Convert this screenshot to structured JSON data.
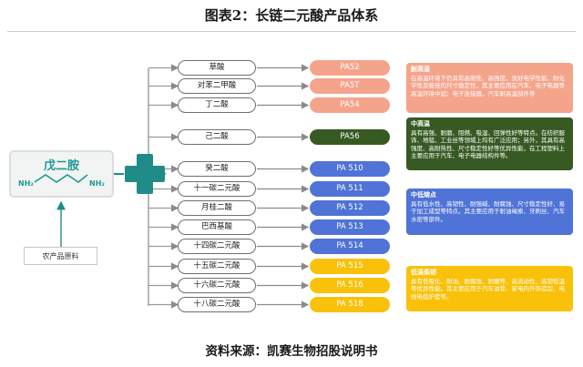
{
  "title": "图表2：长链二元酸产品体系",
  "source": "资料来源：凯赛生物招股说明书",
  "compound": {
    "name": "戊二胺",
    "nh2_left": "NH₂",
    "nh2_right": "NH₂"
  },
  "raw_material": "农产品原料",
  "colors": {
    "teal": "#1f8c87",
    "g1": "#f5a48c",
    "g2": "#375a23",
    "g3": "#4f73d6",
    "g4": "#f9c10a"
  },
  "rows": [
    {
      "acid": "草酸",
      "pa": "PA52",
      "group": "g1"
    },
    {
      "acid": "对苯二甲酸",
      "pa": "PA5T",
      "group": "g1"
    },
    {
      "acid": "丁二酸",
      "pa": "PA54",
      "group": "g1"
    },
    {
      "acid": "己二酸",
      "pa": "PA56",
      "group": "g2"
    },
    {
      "acid": "癸二酸",
      "pa": "PA 510",
      "group": "g3"
    },
    {
      "acid": "十一碳二元酸",
      "pa": "PA 511",
      "group": "g3"
    },
    {
      "acid": "月桂二酸",
      "pa": "PA 512",
      "group": "g3"
    },
    {
      "acid": "巴西基酸",
      "pa": "PA 513",
      "group": "g3"
    },
    {
      "acid": "十四碳二元酸",
      "pa": "PA 514",
      "group": "g3"
    },
    {
      "acid": "十五碳二元酸",
      "pa": "PA 515",
      "group": "g4"
    },
    {
      "acid": "十六碳二元酸",
      "pa": "PA 516",
      "group": "g4"
    },
    {
      "acid": "十八碳二元酸",
      "pa": "PA 518",
      "group": "g4"
    }
  ],
  "descriptions": {
    "g1": {
      "heading": "耐高温",
      "body": "在高温环境下仍具有高刚性、高强度、良好电学性能、耐化学性及极佳的尺寸稳定性，其主要应用在汽车、电子电器等高温环境中如：电子连接器、汽车耐高温部件等"
    },
    "g2": {
      "heading": "中高温",
      "body": "具有高强、耐磨、阻燃、吸湿、回弹性好等特点。在纺织服饰、地毯、工业丝等领域上均有广泛应用；另外，其具有高强度、高耐热性、尺寸稳定性好等优异性能，在工程塑料上主要应用于汽车、电子电器结构件等。"
    },
    "g3": {
      "heading": "中低熔点",
      "body": "具有低水性、高韧性、耐强碱、耐腐蚀、尺寸稳定性好、易于加工成型等特点。其主要应用于耐油绳索、牙刷丝、汽车水密等部件。"
    },
    "g4": {
      "heading": "低温柔韧",
      "body": "具有低吸化、耐油、耐腐蚀、耐磨等、高流动性、高韧低温等优异性能。其主要应用于汽车油管、家电内外饰造型、电线电缆护套等。"
    }
  }
}
